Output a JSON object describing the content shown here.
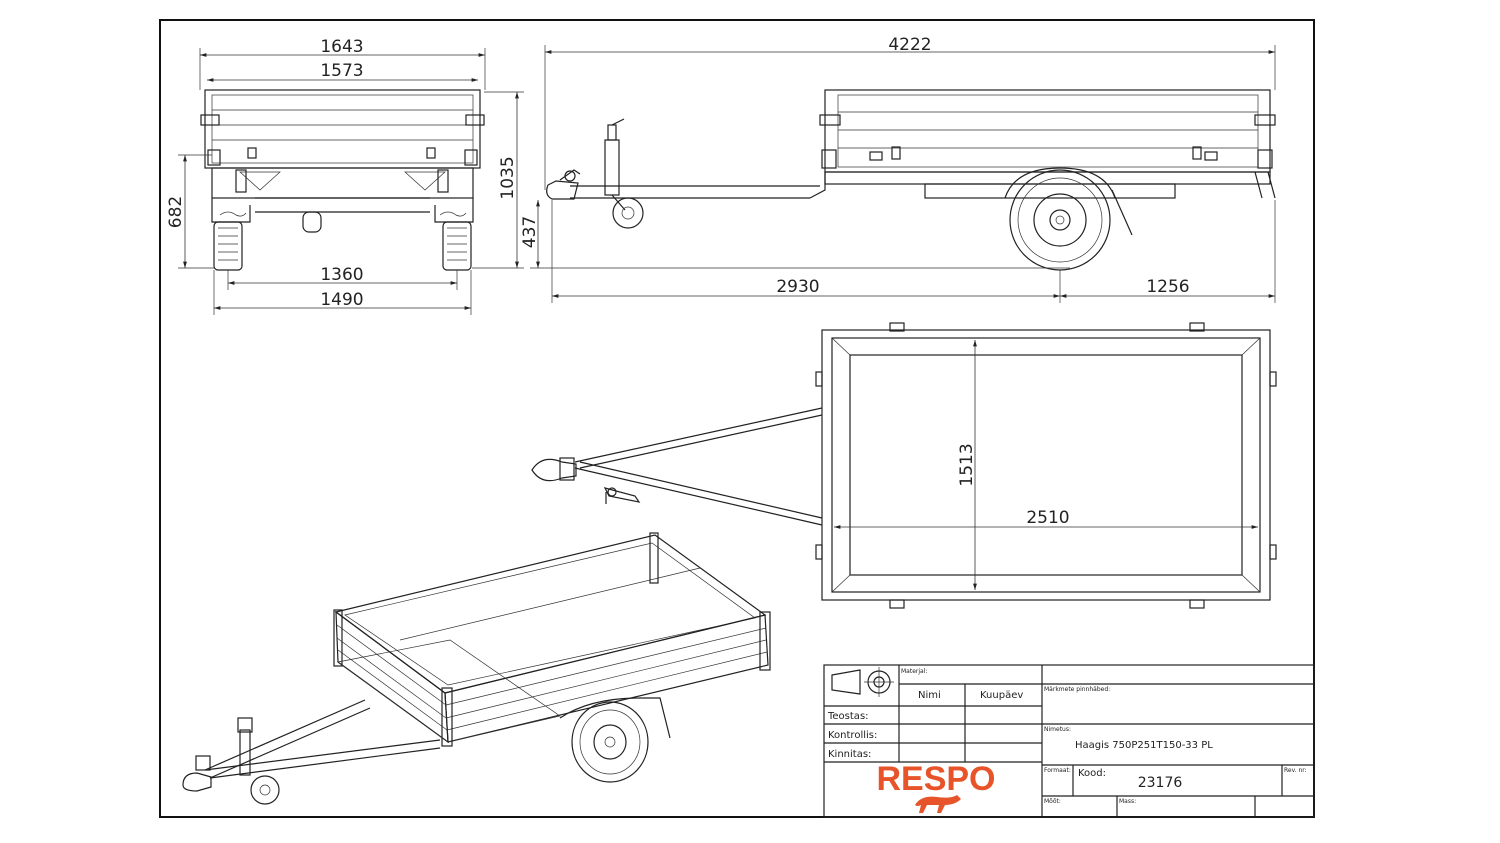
{
  "dimensions": {
    "rear_outer_width": "1643",
    "rear_inner_width": "1573",
    "total_height": "1035",
    "rear_height_682": "682",
    "track_1360": "1360",
    "wheel_outer_1490": "1490",
    "total_length": "4222",
    "coupling_height": "437",
    "coupling_to_axle": "2930",
    "axle_to_rear": "1256",
    "box_width": "1513",
    "box_length": "2510"
  },
  "title_block": {
    "materjal_label": "Materjal:",
    "nimi_header": "Nimi",
    "kuupaev_header": "Kuupäev",
    "teostas_label": "Teostas:",
    "kontrollis_label": "Kontrollis:",
    "kinnitas_label": "Kinnitas:",
    "markmed_label": "Märkmete pinnhäbed:",
    "nimetus_label": "Nimetus:",
    "name_value": "Haagis 750P251T150-33 PL",
    "formaat_label": "Formaat:",
    "kood_label": "Kood:",
    "kood_value": "23176",
    "rev_label": "Rev. nr:",
    "moot_label": "Mõõt:",
    "mass_label": "Mass:",
    "brand": "RESPO"
  },
  "colors": {
    "brand": "#e8542a",
    "line": "#222222"
  }
}
